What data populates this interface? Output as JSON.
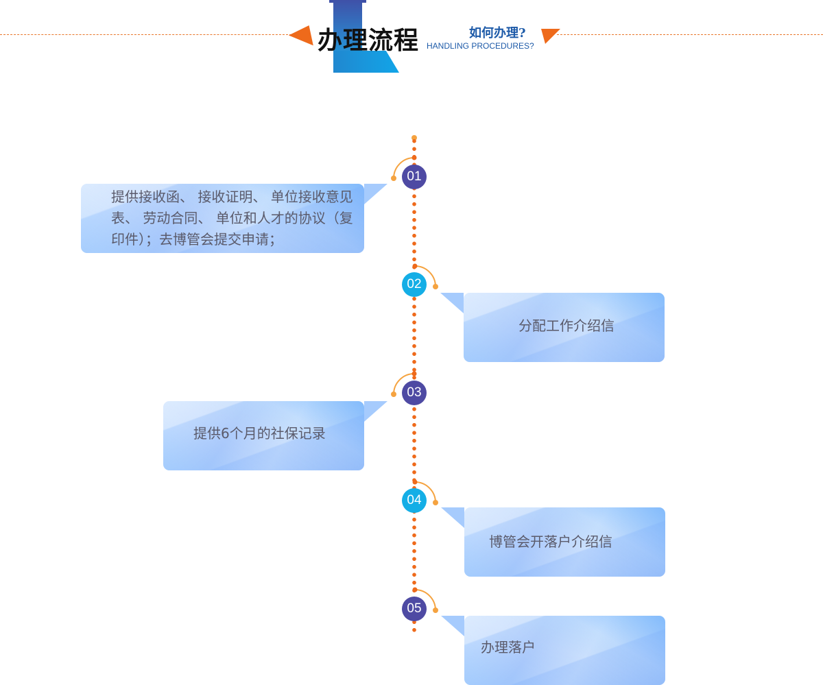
{
  "header": {
    "title": "办理流程",
    "subtitle_cn": "如何办理?",
    "subtitle_en": "HANDLING PROCEDURES?",
    "decor_letter": "L",
    "colors": {
      "accent_orange": "#ee6a1b",
      "title_blue": "#1d5aa8",
      "letter_gradient_start": "#3f51a8",
      "letter_gradient_end": "#12a5e8"
    }
  },
  "timeline": {
    "dot_color": "#ee6a1b",
    "arc_color": "#f5a340",
    "steps": [
      {
        "number": "01",
        "circle_color": "#4e4aa3",
        "side": "left",
        "text": "提供接收函、 接收证明、 单位接收意见表、 劳动合同、 单位和人才的协议（复印件）；去博管会提交申请；"
      },
      {
        "number": "02",
        "circle_color": "#14aee6",
        "side": "right",
        "text": "分配工作介绍信"
      },
      {
        "number": "03",
        "circle_color": "#4e4aa3",
        "side": "left",
        "text": "提供6个月的社保记录"
      },
      {
        "number": "04",
        "circle_color": "#14aee6",
        "side": "right",
        "text": "博管会开落户介绍信"
      },
      {
        "number": "05",
        "circle_color": "#4e4aa3",
        "side": "right",
        "text": "办理落户"
      }
    ]
  }
}
